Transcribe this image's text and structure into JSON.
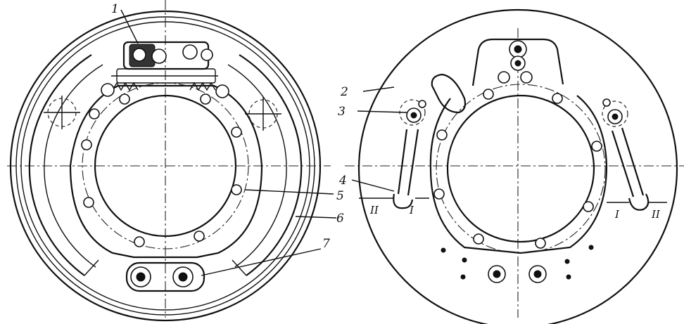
{
  "labels": {
    "l1": "1",
    "l2": "2",
    "l3": "3",
    "l4": "4",
    "l5": "5",
    "l6": "6",
    "l7": "7"
  },
  "roman": {
    "left_outer": "II",
    "left_inner": "I",
    "right_inner": "I",
    "right_outer": "II"
  }
}
